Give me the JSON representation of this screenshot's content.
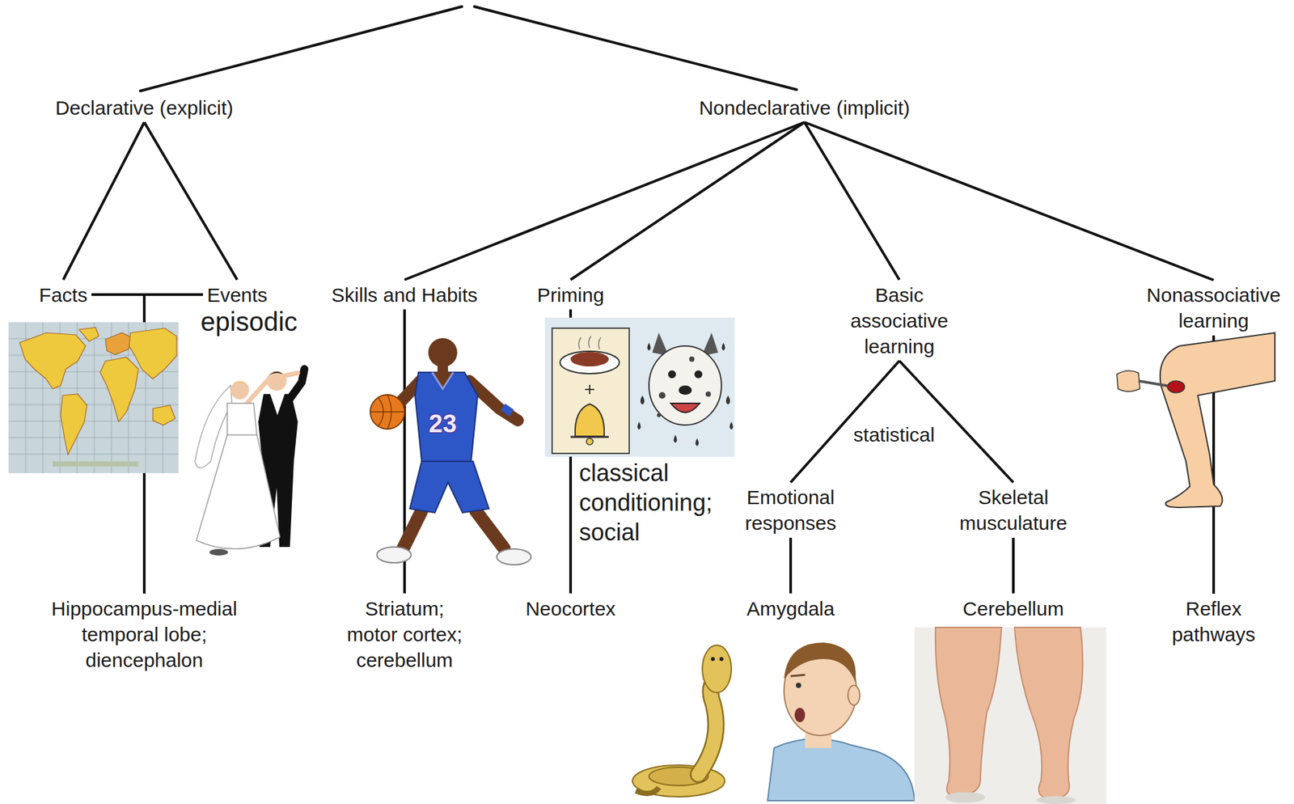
{
  "diagram": {
    "nodes": [
      {
        "text": [
          "Declarative (explicit)"
        ]
      },
      {
        "text": [
          "Nondeclarative (implicit)"
        ]
      },
      {
        "text": [
          "Facts"
        ]
      },
      {
        "text": [
          "Events"
        ]
      },
      {
        "text": [
          "Skills and Habits"
        ]
      },
      {
        "text": [
          "Priming"
        ]
      },
      {
        "text": [
          "Basic associative learning"
        ]
      },
      {
        "text": [
          "Nonassociative learning"
        ]
      },
      {
        "text": [
          "Emotional responses"
        ]
      },
      {
        "text": [
          "Skeletal musculature"
        ]
      },
      {
        "text": [
          "Hippocampus-medial temporal lobe; diencephalon"
        ]
      },
      {
        "text": [
          "Striatum; motor cortex; cerebellum"
        ]
      },
      {
        "text": [
          "Neocortex"
        ]
      },
      {
        "text": [
          "Amygdala"
        ]
      },
      {
        "text": [
          "Cerebellum"
        ]
      },
      {
        "text": [
          "Reflex pathways"
        ]
      }
    ],
    "edges": [
      {
        "from": 0,
        "to": 2,
        "arrow": "none"
      },
      {
        "from": 0,
        "to": 3,
        "arrow": "none"
      },
      {
        "from": 1,
        "to": 4,
        "arrow": "none"
      },
      {
        "from": 1,
        "to": 5,
        "arrow": "none"
      },
      {
        "from": 1,
        "to": 6,
        "arrow": "none"
      },
      {
        "from": 1,
        "to": 7,
        "arrow": "none"
      },
      {
        "from": 2,
        "to": 10,
        "arrow": "none"
      },
      {
        "from": 3,
        "to": 10,
        "arrow": "none"
      },
      {
        "from": 4,
        "to": 11,
        "arrow": "none"
      },
      {
        "from": 5,
        "to": 12,
        "arrow": "none"
      },
      {
        "from": 6,
        "to": 8,
        "arrow": "none"
      },
      {
        "from": 6,
        "to": 9,
        "arrow": "none"
      },
      {
        "from": 8,
        "to": 13,
        "arrow": "none"
      },
      {
        "from": 9,
        "to": 14,
        "arrow": "none"
      },
      {
        "from": 7,
        "to": 15,
        "arrow": "none"
      }
    ],
    "labels": [
      "episodic",
      "statistical",
      "classical conditioning; social",
      "23"
    ]
  }
}
